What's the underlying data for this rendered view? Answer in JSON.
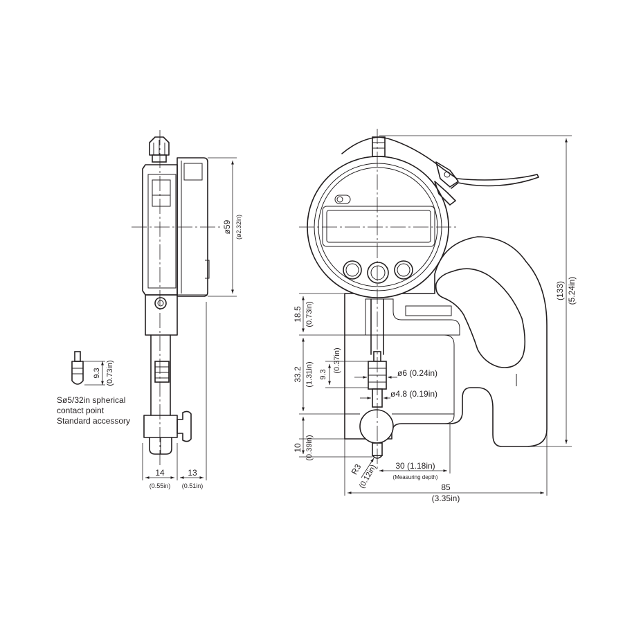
{
  "dimensions": {
    "side_width": "14",
    "side_width_in": "(0.55in)",
    "side_depth": "13",
    "side_depth_in": "(0.51in)",
    "dial_dia": "ø59",
    "dial_dia_in": "(ø2.32in)",
    "tip_height": "9.3",
    "tip_height_in": "(0.73in)",
    "tip_note_1": "Sø5/32in spherical",
    "tip_note_2": "contact point",
    "tip_note_3": "Standard accessory",
    "d18": "18.5",
    "d18_in": "(0.73in)",
    "d33": "33.2",
    "d33_in": "(1.31in)",
    "d9": "9.3",
    "d9_in": "(0.37in)",
    "d10": "10",
    "d10_in": "(0.39in)",
    "phi6": "ø6  (0.24in)",
    "phi48": "ø4.8  (0.19in)",
    "r3": "R3",
    "r3_in": "(0.12in)",
    "depth": "30  (1.18in)",
    "depth_label": "(Measuring depth)",
    "width": "85",
    "width_in": "(3.35in)",
    "height": "(133)",
    "height_in": "(5.24in)"
  }
}
